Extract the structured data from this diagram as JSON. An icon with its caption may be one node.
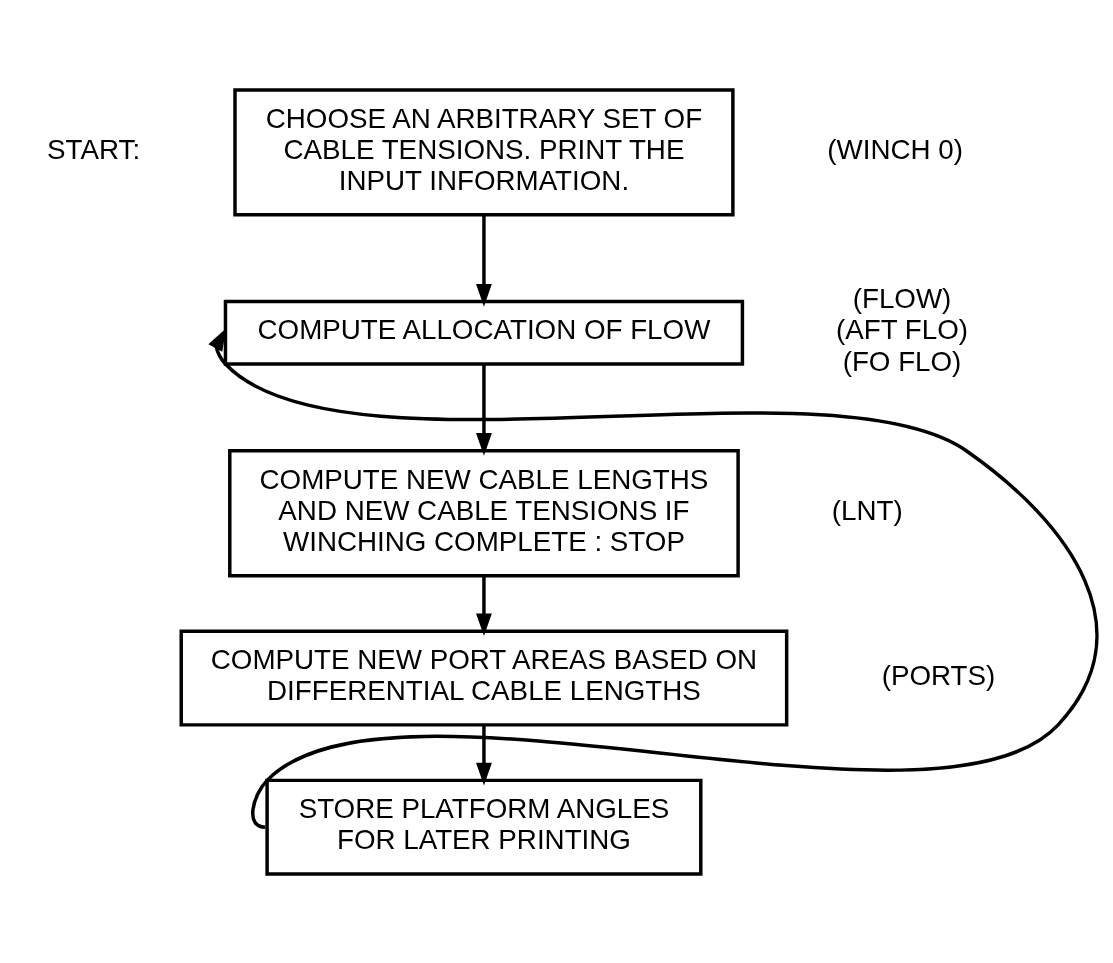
{
  "diagram": {
    "nodes": [
      {
        "text": [
          "CHOOSE AN ARBITRARY SET OF CABLE TENSIONS. PRINT THE INPUT INFORMATION."
        ],
        "beside": [
          "START:",
          "(WINCH 0)"
        ]
      },
      {
        "text": [
          "COMPUTE ALLOCATION OF FLOW"
        ],
        "beside": [
          "(FLOW)",
          "(AFT FLO)",
          "(FO FLO)"
        ]
      },
      {
        "text": [
          "COMPUTE NEW CABLE LENGTHS AND NEW CABLE TENSIONS IF WINCHING COMPLETE : STOP"
        ],
        "beside": [
          "(LNT)"
        ]
      },
      {
        "text": [
          "COMPUTE NEW PORT AREAS BASED ON DIFFERENTIAL CABLE LENGTHS"
        ],
        "beside": [
          "(PORTS)"
        ]
      },
      {
        "text": [
          "STORE PLATFORM ANGLES FOR LATER PRINTING"
        ]
      }
    ],
    "edges": [
      {
        "from": 0,
        "to": 1,
        "arrow": "to"
      },
      {
        "from": 1,
        "to": 2,
        "arrow": "to"
      },
      {
        "from": 2,
        "to": 3,
        "arrow": "to"
      },
      {
        "from": 3,
        "to": 4,
        "arrow": "to"
      },
      {
        "from": 4,
        "to": 1,
        "arrow": "to"
      }
    ]
  }
}
